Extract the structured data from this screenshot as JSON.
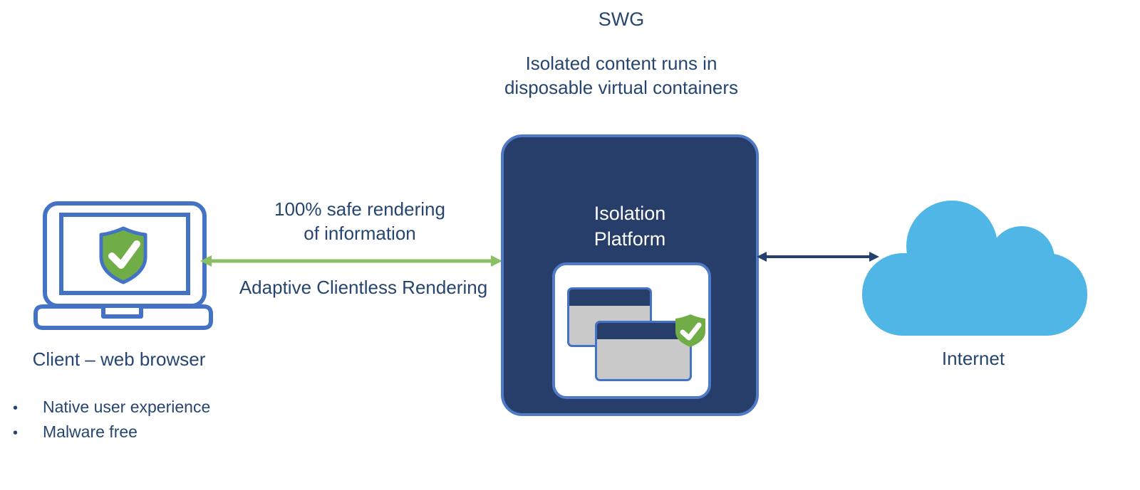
{
  "header": {
    "title": "SWG",
    "subtitle_line1": "Isolated content runs in",
    "subtitle_line2": "disposable virtual containers"
  },
  "client": {
    "label": "Client – web browser",
    "bullets": [
      "Native user experience",
      "Malware free"
    ]
  },
  "link": {
    "caption_above_line1": "100% safe rendering",
    "caption_above_line2": "of information",
    "caption_below": "Adaptive Clientless Rendering"
  },
  "platform": {
    "label_line1": "Isolation",
    "label_line2": "Platform"
  },
  "internet": {
    "label": "Internet"
  },
  "icons": {
    "laptop": "laptop-with-shield-check-icon",
    "shield": "shield-check-icon",
    "browser_windows": "stacked-browser-windows-icon",
    "cloud": "cloud-icon",
    "green_double_arrow": "double-headed-arrow",
    "navy_double_arrow": "double-headed-arrow"
  },
  "colors": {
    "navy_text": "#26456F",
    "platform_fill": "#273E6A",
    "blue_outline": "#4472C4",
    "platform_border": "#4E7AC7",
    "shield_green": "#70AD47",
    "arrow_green": "#8CBF63",
    "arrow_navy": "#24406D",
    "cloud_blue": "#4FB6E6",
    "window_gray": "#C9C9C9",
    "window_titlebar": "#273E6A"
  }
}
